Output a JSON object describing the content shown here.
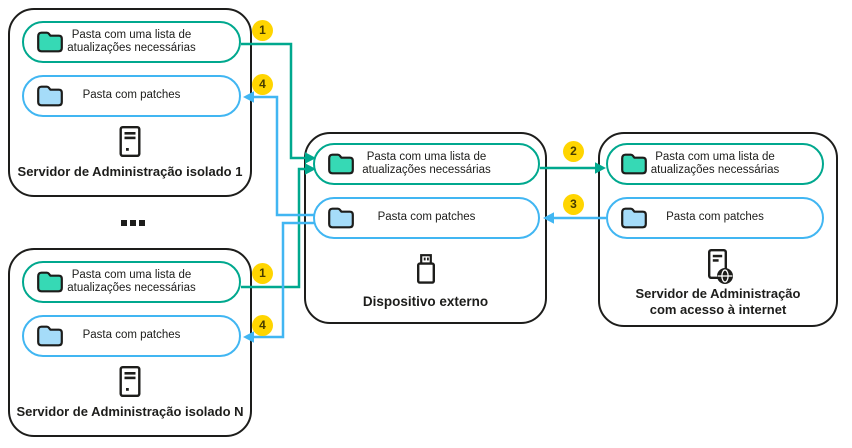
{
  "colors": {
    "teal_line": "#00A88E",
    "teal_folder_fill": "#36D9B5",
    "blue_line": "#41B6F2",
    "blue_folder_fill": "#A5DCF9",
    "step_badge_yellow": "#FFD500",
    "ink": "#1D1D1B"
  },
  "labels": {
    "list_folder_line1": "Pasta com uma lista de",
    "list_folder_line2": "atualizações necessárias",
    "patches_folder": "Pasta com patches"
  },
  "nodes": {
    "isolated_server_1": {
      "title": "Servidor de Administração isolado 1"
    },
    "isolated_server_n": {
      "title": "Servidor de Administração isolado N"
    },
    "external_device": {
      "title": "Dispositivo externo"
    },
    "internet_server": {
      "title_line1": "Servidor de Administração",
      "title_line2": "com acesso à internet"
    }
  },
  "steps": {
    "1": "1",
    "2": "2",
    "3": "3",
    "4": "4"
  },
  "separator": "..."
}
